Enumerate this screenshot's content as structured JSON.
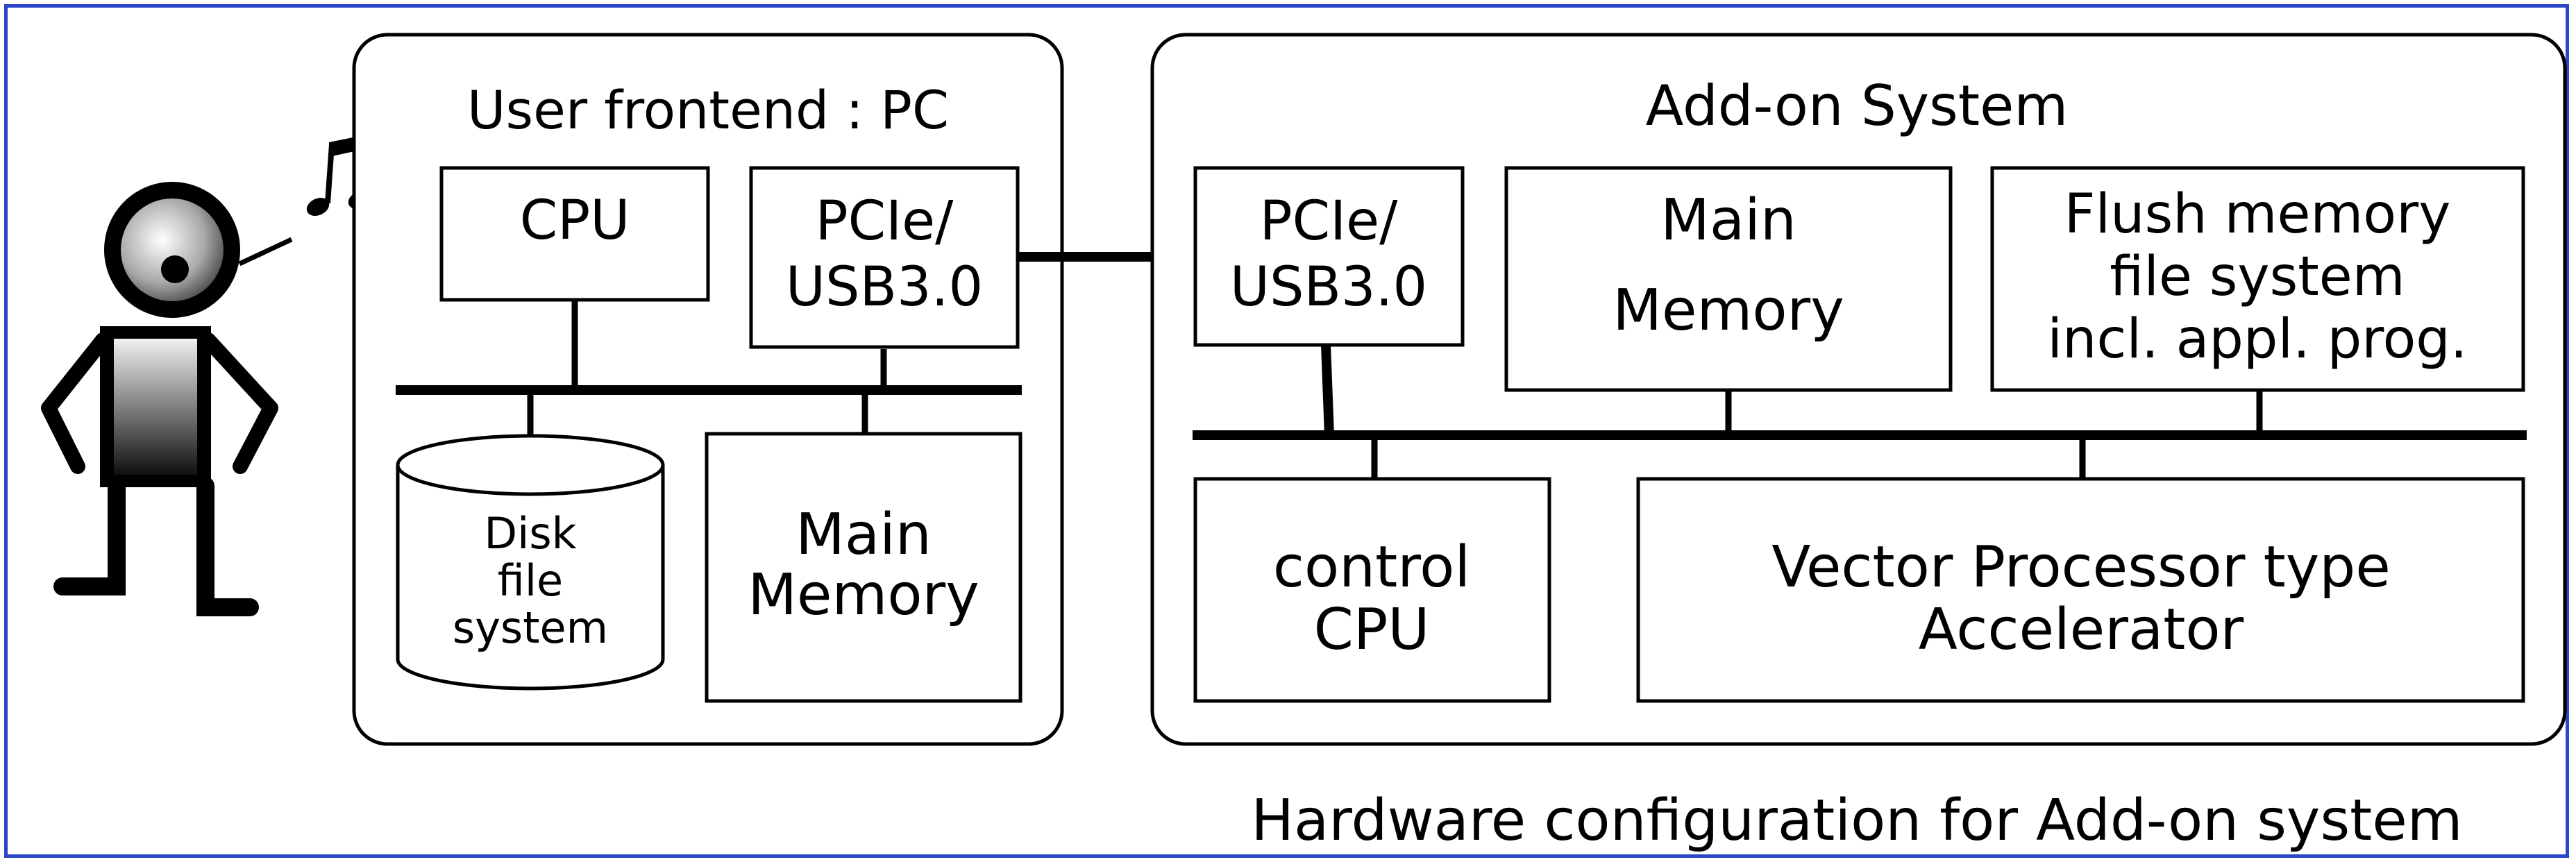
{
  "colors": {
    "frame_border": "#2b46c8",
    "stroke": "#000000",
    "background": "#ffffff"
  },
  "pc": {
    "title": "User frontend : PC",
    "cpu": "CPU",
    "pcie": [
      "PCIe/",
      "USB3.0"
    ],
    "disk": [
      "Disk",
      "file",
      "system"
    ],
    "main_memory": [
      "Main",
      "Memory"
    ]
  },
  "addon": {
    "title": "Add-on System",
    "pcie": [
      "PCIe/",
      "USB3.0"
    ],
    "main_memory": [
      "Main",
      "Memory"
    ],
    "flush_memory": [
      "Flush memory",
      "file system",
      "incl. appl. prog."
    ],
    "control_cpu": [
      "control",
      "CPU"
    ],
    "accelerator": [
      "Vector Processor type",
      "Accelerator"
    ]
  },
  "caption": "Hardware configuration for Add-on system",
  "icons": {
    "user": "user-person-icon",
    "music": "music-note-icon"
  }
}
